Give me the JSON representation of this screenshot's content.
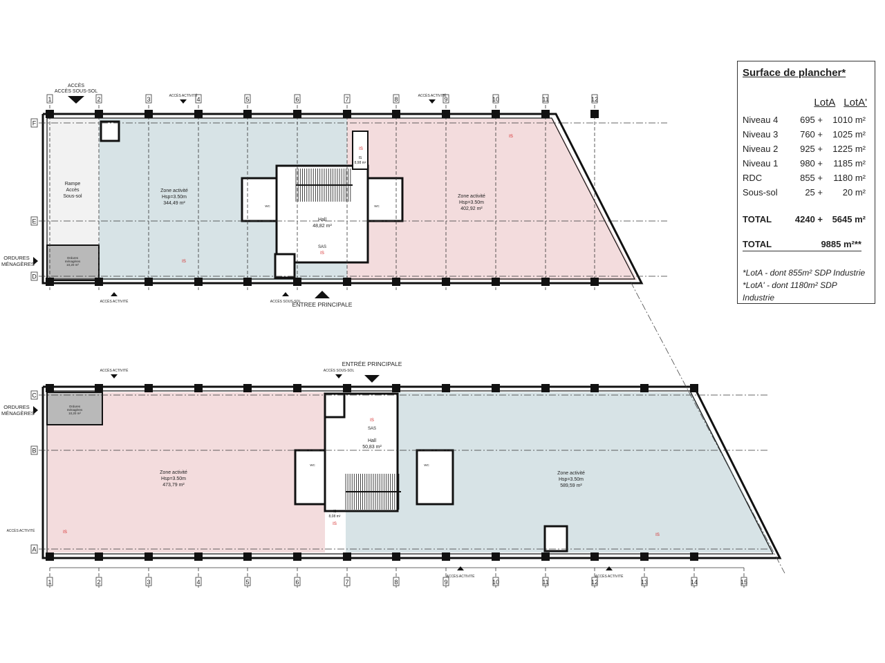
{
  "colors": {
    "zone_blue": "#d7e3e6",
    "zone_pink": "#f3dcdd",
    "storage_grey": "#b9b9b9",
    "security_red": "#d42020",
    "wall": "#111111"
  },
  "top_plan": {
    "columns": [
      "1",
      "2",
      "3",
      "4",
      "5",
      "6",
      "7",
      "8",
      "9",
      "10",
      "11",
      "12"
    ],
    "rows": [
      "F",
      "E",
      "D"
    ],
    "access_sous_sol_top": "ACCÈS SOUS-SOL",
    "access_activite": "ACCÈS ACTIVITÉ",
    "access_sous_sol": "ACCÈS SOUS-SOL",
    "ordures": "ORDURES MÉNAGÈRES",
    "entree": "ENTREE PRINCIPALE",
    "rampe": [
      "Rampe",
      "Accès",
      "Sous-sol"
    ],
    "ordures_local": [
      "Ordures",
      "ménagères",
      "10,20 m²"
    ],
    "zone_left": [
      "Zone activité",
      "Hsp=3.50m",
      "344,49 m²"
    ],
    "zone_right": [
      "Zone activité",
      "Hsp=3.50m",
      "402,92 m²"
    ],
    "hall": [
      "Hall",
      "48,82 m²"
    ],
    "sas": "SAS",
    "is_room": [
      "IS",
      "8,98 m²"
    ],
    "is_label": "IS",
    "wc": "WC"
  },
  "bottom_plan": {
    "columns": [
      "1",
      "2",
      "3",
      "4",
      "5",
      "6",
      "7",
      "8",
      "9",
      "10",
      "11",
      "12",
      "13",
      "14",
      "15"
    ],
    "rows": [
      "C",
      "B",
      "A"
    ],
    "access_activite": "ACCÈS ACTIVITÉ",
    "access_sous_sol": "ACCÈS SOUS-SOL",
    "ordures": "ORDURES MÉNAGÈRES",
    "entree": "ENTRÉE PRINCIPALE",
    "ordures_local": [
      "Ordures",
      "ménagères",
      "10,20 m²"
    ],
    "zone_left": [
      "Zone activité",
      "Hsp=3.50m",
      "473,79 m²"
    ],
    "zone_right": [
      "Zone activité",
      "Hsp=3.50m",
      "589,59 m²"
    ],
    "hall": [
      "Hall",
      "50,83 m²"
    ],
    "sas": "SAS",
    "is_room": [
      "IS",
      "8,08 m²"
    ],
    "is_label": "IS",
    "wc": "WC"
  },
  "legend": {
    "title": "Surface de plancher*",
    "col_a": "LotA",
    "col_b": "LotA'",
    "rows": [
      {
        "label": "Niveau 4",
        "a": "695 +",
        "b": "1010 m²"
      },
      {
        "label": "Niveau 3",
        "a": "760 +",
        "b": "1025 m²"
      },
      {
        "label": "Niveau 2",
        "a": "925 +",
        "b": "1225 m²"
      },
      {
        "label": "Niveau 1",
        "a": "980 +",
        "b": "1185 m²"
      },
      {
        "label": "RDC",
        "a": "855 +",
        "b": "1180 m²"
      },
      {
        "label": "Sous-sol",
        "a": "25 +",
        "b": "20 m²"
      }
    ],
    "total": {
      "label": "TOTAL",
      "a": "4240 +",
      "b": "5645 m²"
    },
    "grand_total": {
      "label": "TOTAL",
      "value": "9885 m²**"
    },
    "notes": [
      "*LotA  - dont 855m² SDP Industrie",
      "*LotA' - dont 1180m² SDP Industrie"
    ]
  }
}
